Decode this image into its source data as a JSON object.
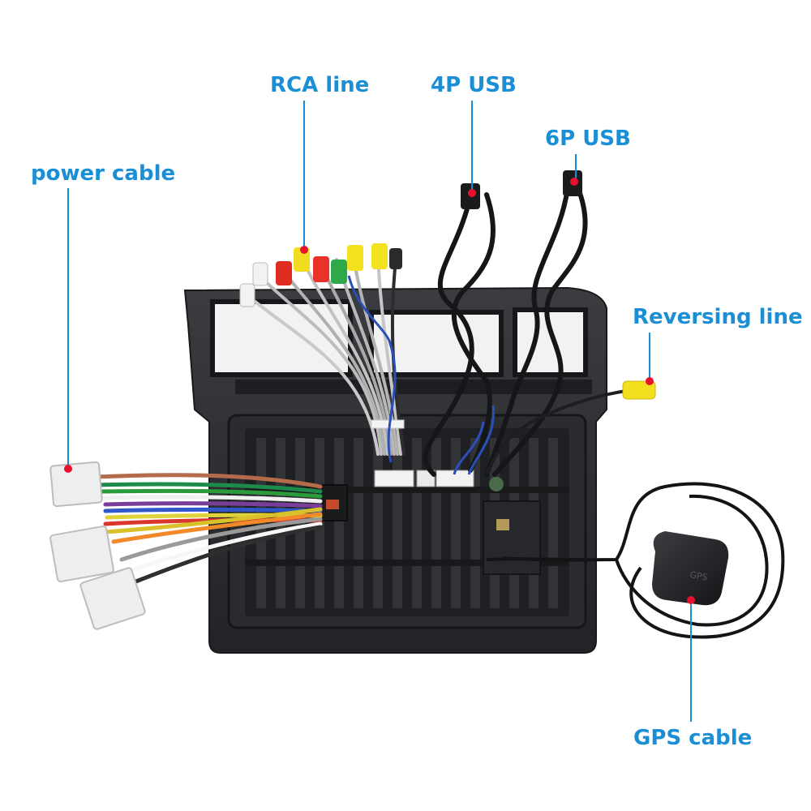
{
  "labels": {
    "power_cable": "power cable",
    "rca_line": "RCA line",
    "usb_4p": "4P USB",
    "usb_6p": "6P USB",
    "reversing_line": "Reversing line",
    "gps_cable": "GPS cable"
  },
  "colors": {
    "accent_blue": "#1a8fd6",
    "marker_red": "#e8112d",
    "frame": "#2b2d30",
    "background": "#ffffff"
  }
}
